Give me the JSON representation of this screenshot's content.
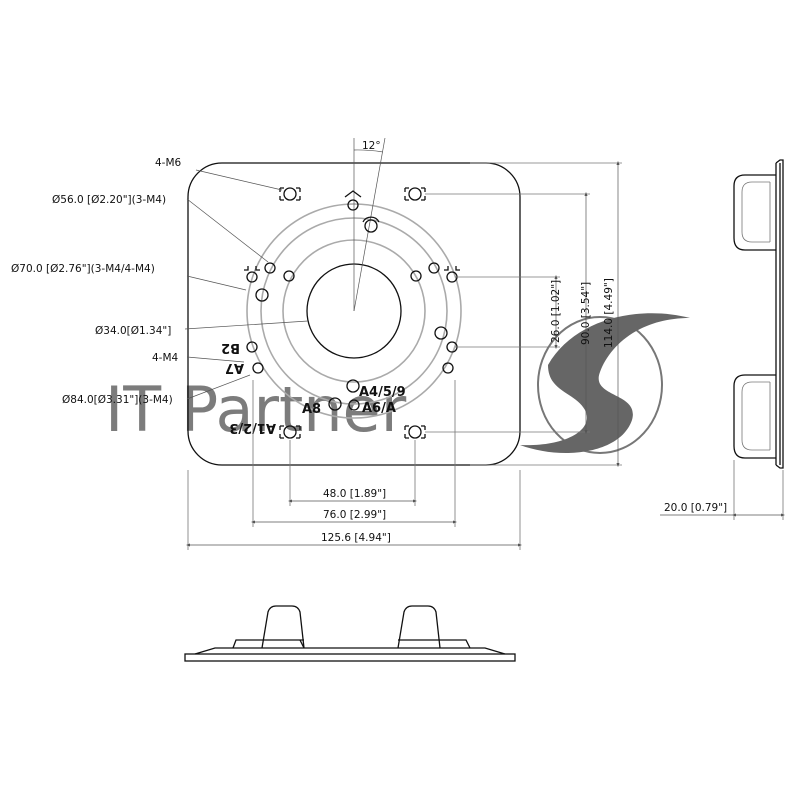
{
  "watermark": {
    "text": "IT Partner"
  },
  "callouts": {
    "m6": "4-M6",
    "d56": "Ø56.0 [Ø2.20\"](3-M4)",
    "d70": "Ø70.0 [Ø2.76\"](3-M4/4-M4)",
    "d34": "Ø34.0[Ø1.34\"]",
    "m4": "4-M4",
    "d84": "Ø84.0[Ø3.31\"](3-M4)"
  },
  "angle": "12°",
  "dims": {
    "d48": "48.0 [1.89\"]",
    "d76": "76.0 [2.99\"]",
    "d125": "125.6 [4.94\"]",
    "d26": "26.0 [1.02\"]",
    "d90": "90.0 [3.54\"]",
    "d114": "114.0 [4.49\"]",
    "d20": "20.0 [0.79\"]"
  },
  "hole_labels": {
    "b2": "B2",
    "a7": "A7",
    "a459": "A4/5/9",
    "a6a": "A6/A",
    "a8": "A8",
    "a123": "A1/2/3"
  },
  "colors": {
    "line": "#111111",
    "dimension": "#555555",
    "watermark": "#666666"
  }
}
